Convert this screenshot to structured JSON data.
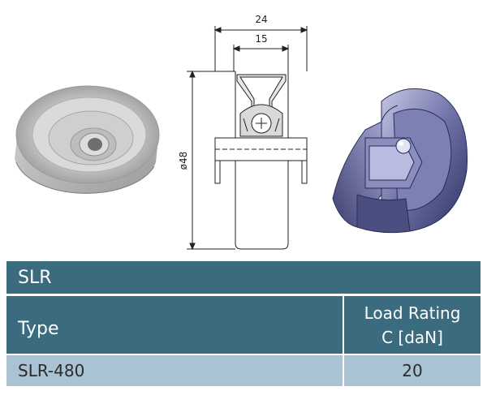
{
  "colors": {
    "header": "#3a6b7e",
    "row": "#a9c3d3"
  },
  "drawing": {
    "dim_overall_width": "24",
    "dim_inner_width": "15",
    "dim_diameter": "ø48"
  },
  "table": {
    "series": "SLR",
    "header_type": "Type",
    "header_load_line1": "Load Rating",
    "header_load_line2": "C [daN]",
    "rows": [
      {
        "type": "SLR-480",
        "load": "20"
      }
    ]
  }
}
